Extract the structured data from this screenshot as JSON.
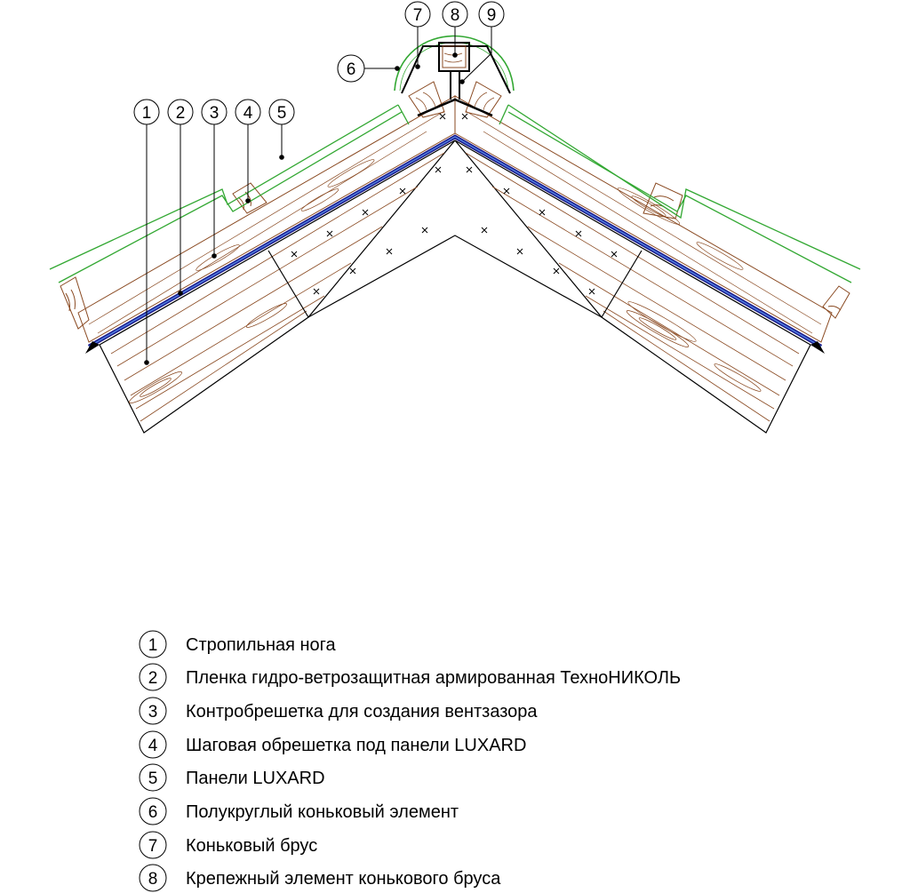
{
  "colors": {
    "wood": "#8a4a22",
    "panel": "#33a833",
    "membrane_outer": "#1a1a8c",
    "membrane_inner": "#4f7fe0",
    "line": "#000000"
  },
  "callouts": [
    {
      "num": "1"
    },
    {
      "num": "2"
    },
    {
      "num": "3"
    },
    {
      "num": "4"
    },
    {
      "num": "5"
    },
    {
      "num": "6"
    },
    {
      "num": "7"
    },
    {
      "num": "8"
    },
    {
      "num": "9"
    }
  ],
  "legend": [
    {
      "num": "1",
      "text": "Стропильная нога"
    },
    {
      "num": "2",
      "text": "Пленка гидро-ветрозащитная армированная ТехноНИКОЛЬ"
    },
    {
      "num": "3",
      "text": "Контробрешетка для создания вентзазора"
    },
    {
      "num": "4",
      "text": "Шаговая обрешетка под панели LUXARD"
    },
    {
      "num": "5",
      "text": "Панели LUXARD"
    },
    {
      "num": "6",
      "text": "Полукруглый коньковый элемент"
    },
    {
      "num": "7",
      "text": "Коньковый брус"
    },
    {
      "num": "8",
      "text": "Крепежный элемент конькового бруса"
    }
  ]
}
